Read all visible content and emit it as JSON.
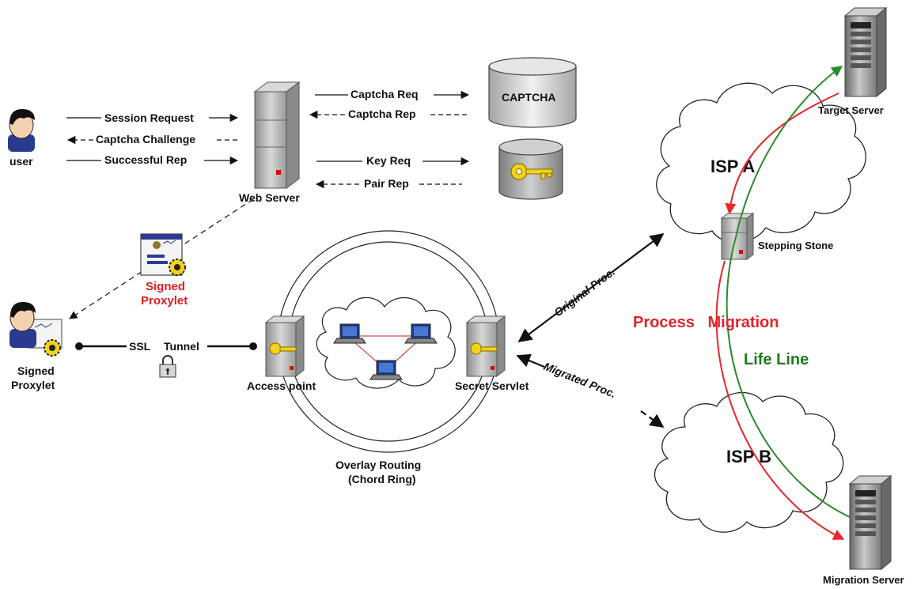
{
  "nodes": {
    "user": "user",
    "web_server": "Web Server",
    "captcha_db": "CAPTCHA",
    "signed_proxylet_doc": "Signed\nProxylet",
    "signed_proxylet_user": "Signed\nProxylet",
    "access_point": "Access point",
    "secret_servlet": "Secret Servlet",
    "overlay": "Overlay Routing\n(Chord Ring)",
    "target_server": "Target Server",
    "stepping_stone": "Stepping Stone",
    "migration_server": "Migration Server",
    "isp_a": "ISP A",
    "isp_b": "ISP B"
  },
  "messages": {
    "session_request": "Session Request",
    "captcha_challenge": "Captcha Challenge",
    "successful_rep": "Successful Rep",
    "captcha_req": "Captcha Req",
    "captcha_rep": "Captcha Rep",
    "key_req": "Key Req",
    "pair_rep": "Pair Rep",
    "ssl": "SSL",
    "tunnel": "Tunnel",
    "original_proc": "Original Proc.",
    "migrated_proc": "Migrated Proc.",
    "process_migration": "Process   Migration",
    "life_line": "Life Line"
  },
  "colors": {
    "red_path": "#e8262b",
    "green_path": "#2a8a2a",
    "server_grey": "#b9b9b9",
    "key_yellow": "#f3d21a"
  }
}
